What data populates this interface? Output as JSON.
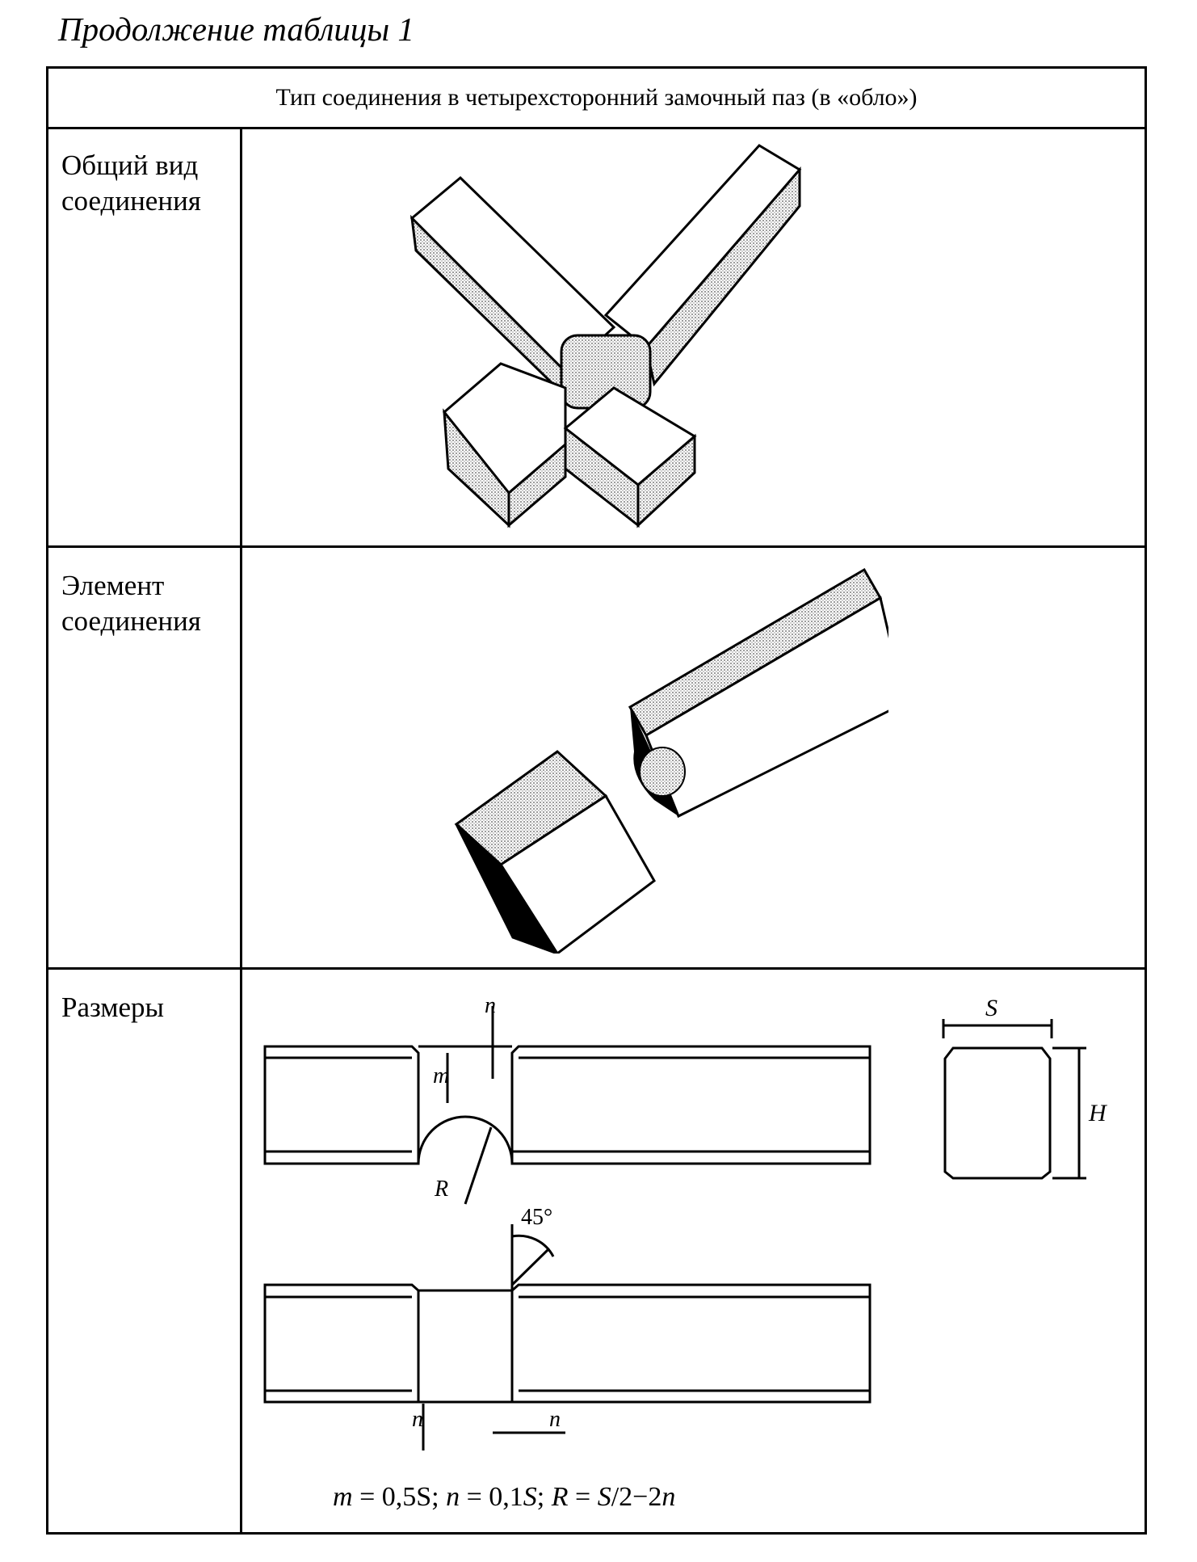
{
  "caption": "Продолжение таблицы 1",
  "table": {
    "header": "Тип соединения в четырехсторонний замочный паз (в «обло»)",
    "rows": [
      {
        "label_line1": "Общий вид",
        "label_line2": "соединения"
      },
      {
        "label_line1": "Элемент",
        "label_line2": "соединения"
      },
      {
        "label_line1": "Размеры",
        "label_line2": ""
      }
    ]
  },
  "dimension_labels": {
    "n": "n",
    "m": "m",
    "R": "R",
    "S": "S",
    "H": "H",
    "angle": "45°"
  },
  "formula": {
    "m": "m",
    "m_eq": " = 0,5S; ",
    "n": "n",
    "n_eq": " = 0,1",
    "n_S": "S",
    "n_sep": "; ",
    "R": "R",
    "r_eq": " = ",
    "R_S": "S",
    "R_rest": "/2−2",
    "R_n": "n"
  }
}
